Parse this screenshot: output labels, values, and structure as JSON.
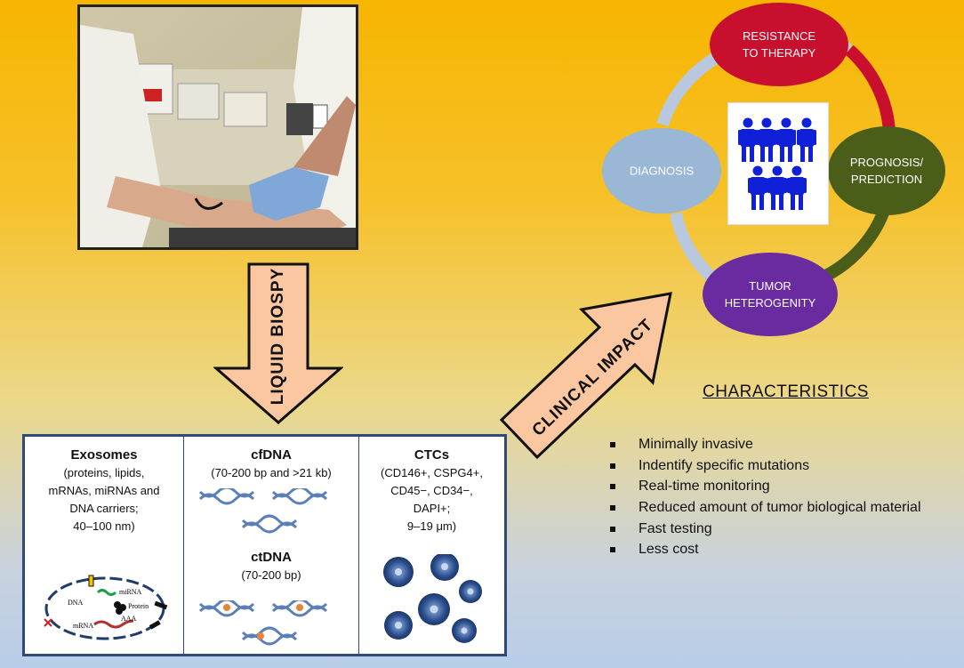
{
  "arrows": {
    "liquid_biopsy": "LIQUID BIOSPY",
    "clinical_impact": "CLINICAL IMPACT"
  },
  "cycle": {
    "resistance": [
      "RESISTANCE",
      "TO THERAPY"
    ],
    "prognosis": [
      "PROGNOSIS/",
      "PREDICTION"
    ],
    "tumor": [
      "TUMOR",
      "HETEROGENITY"
    ],
    "diagnosis": "DIAGNOSIS"
  },
  "characteristics": {
    "title": "CHARACTERISTICS",
    "items": [
      "Minimally invasive",
      "Indentify specific mutations",
      "Real-time monitoring",
      "Reduced amount of tumor biological material",
      "Fast testing",
      "Less cost"
    ]
  },
  "table": {
    "exosomes": {
      "title": "Exosomes",
      "lines": [
        "(proteins, lipids,",
        "mRNAs, miRNAs and",
        "DNA carriers;",
        "40–100 nm)"
      ],
      "diagram_labels": {
        "mirna": "miRNA",
        "dna": "DNA",
        "protein": "Protein",
        "aaa": "AAA",
        "mrna": "mRNA"
      }
    },
    "cfdna": {
      "title": "cfDNA",
      "sub": "(70-200 bp and >21 kb)"
    },
    "ctdna": {
      "title": "ctDNA",
      "sub": "(70-200 bp)"
    },
    "ctcs": {
      "title": "CTCs",
      "lines": [
        "(CD146+, CSPG4+,",
        "CD45−, CD34−,",
        "DAPI+;",
        "9–19 μm)"
      ]
    }
  },
  "colors": {
    "resistance": "#c8102e",
    "prognosis": "#4a5e1a",
    "tumor": "#6a2aa0",
    "diagnosis": "#9ab7d6",
    "arrow_fill": "#fbc7a0",
    "people": "#1020d8",
    "table_border": "#2f4a78"
  }
}
